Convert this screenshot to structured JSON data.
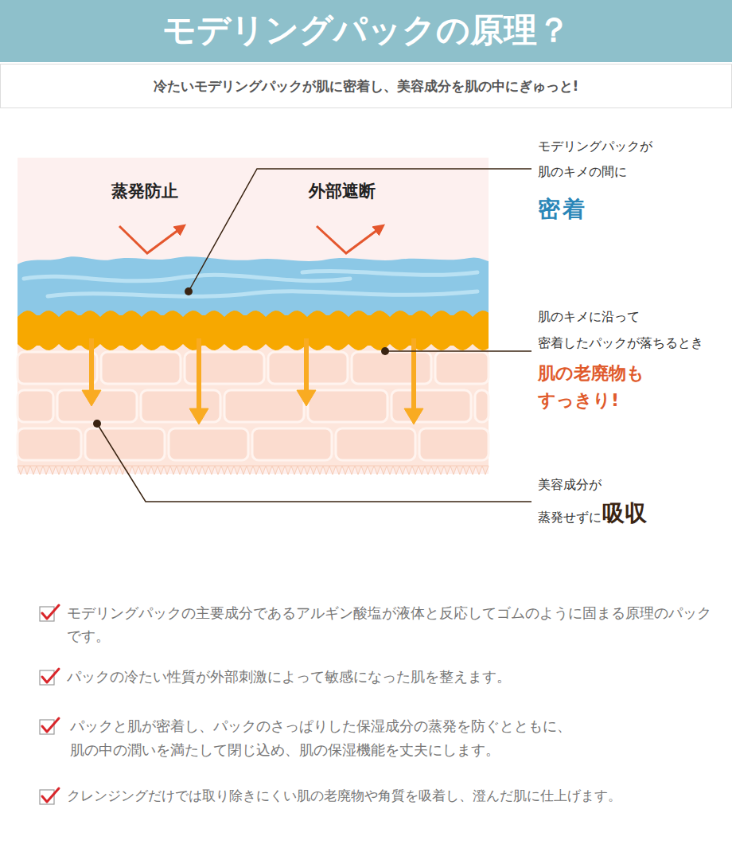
{
  "diagram": {
    "title": "モデリングパックの原理？",
    "nodes": [
      {
        "text": [
          "冷たいモデリングパックが肌に密着し、美容成分を肌の中にぎゅっと!"
        ]
      }
    ],
    "labels": [
      "蒸発防止",
      "外部遮断",
      "モデリングパックが 肌のキメの間に",
      "密着",
      "肌のキメに沿って 密着したパックが落ちるとき",
      "肌の老廃物も すっきり!",
      "美容成分が",
      "蒸発せずに",
      "吸収",
      "モデリングパックの主要成分であるアルギン酸塩が液体と反応してゴムのように固まる原理のパックです。",
      "パックの冷たい性質が外部刺激によって敏感になった肌を整えます。",
      "パックと肌が密着し、パックのさっぱりした保湿成分の蒸発を防ぐとともに、 肌の中の潤いを満たして閉じ込め、肌の保湿機能を丈夫にします。",
      "クレンジングだけでは取り除きにくい肌の老廃物や角質を吸着し、澄んだ肌に仕上げます。"
    ]
  }
}
